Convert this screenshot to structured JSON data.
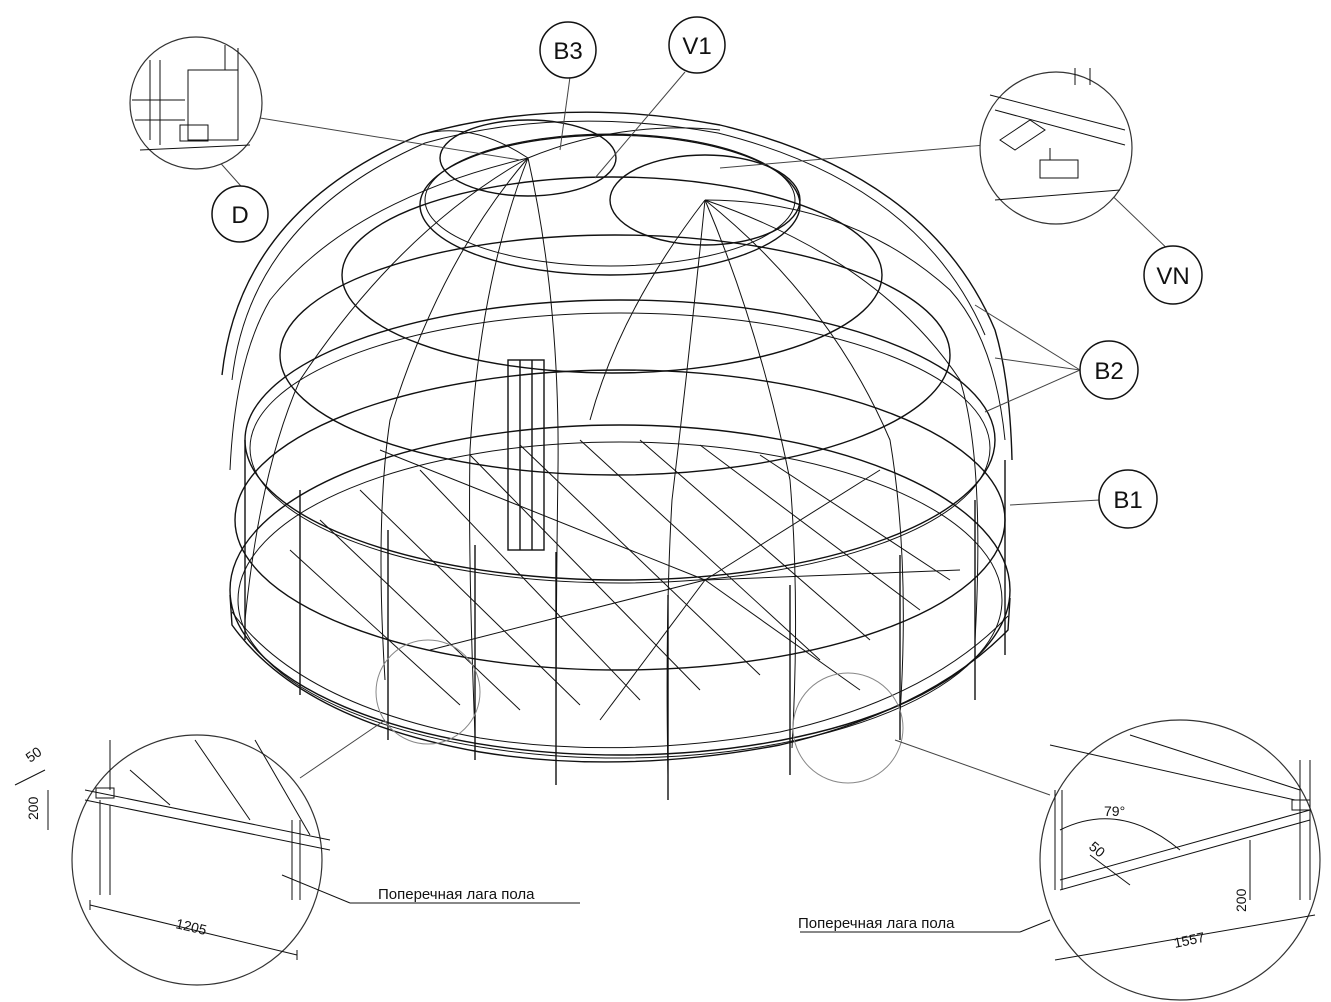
{
  "callouts": {
    "b3": "B3",
    "v1": "V1",
    "d": "D",
    "vn": "VN",
    "b2": "B2",
    "b1": "B1"
  },
  "details": {
    "left": {
      "dim_thickness": "50",
      "dim_height": "200",
      "dim_span": "1205",
      "note": "Поперечная лага пола"
    },
    "right": {
      "dim_angle": "79°",
      "dim_thickness": "50",
      "dim_height": "200",
      "dim_span": "1557",
      "note": "Поперечная лага пола"
    }
  }
}
